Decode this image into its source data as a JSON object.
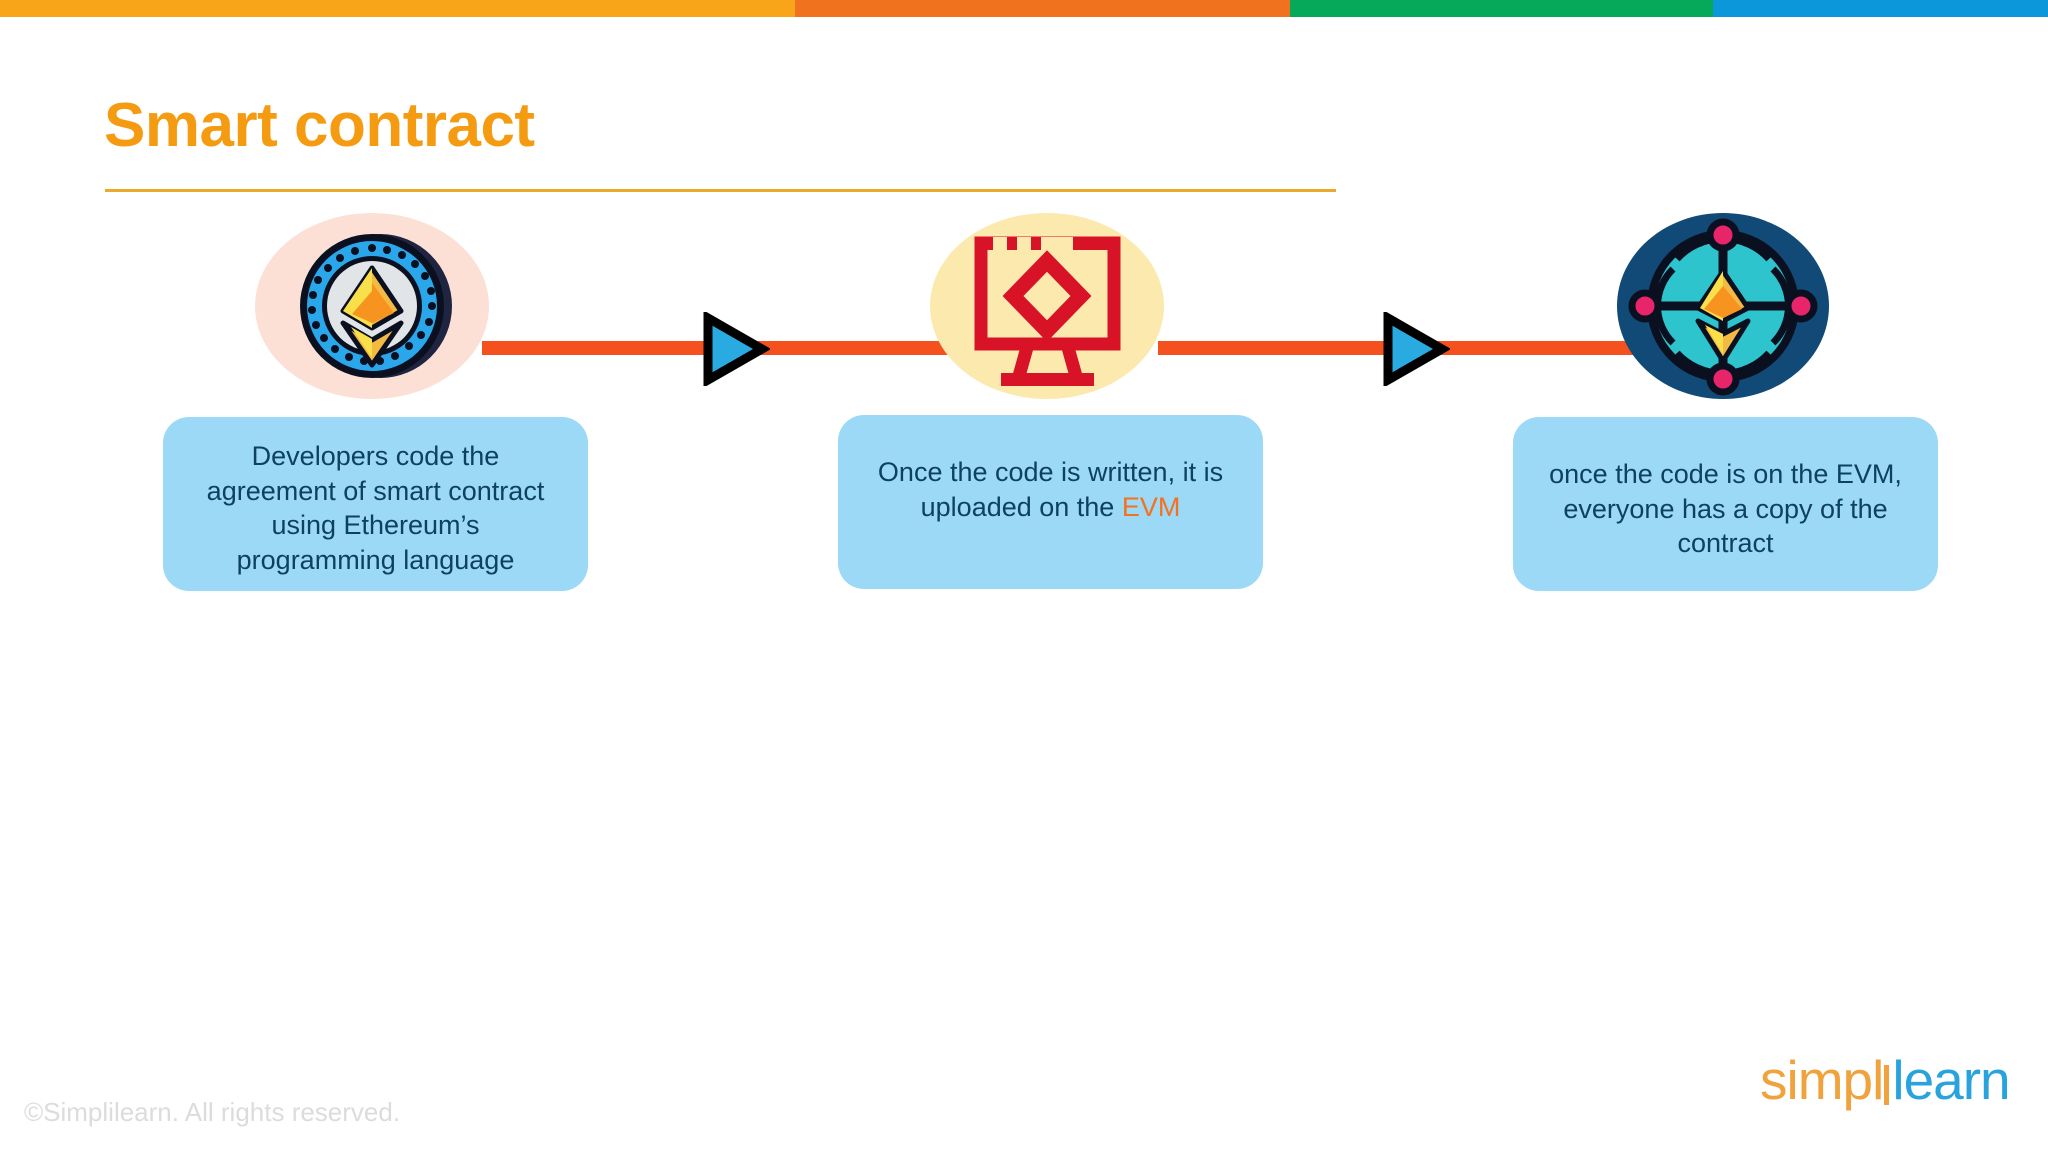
{
  "topbar": {
    "segments": [
      {
        "name": "amber",
        "color": "#f9a51a"
      },
      {
        "name": "orange",
        "color": "#f0721e"
      },
      {
        "name": "green",
        "color": "#06a95a"
      },
      {
        "name": "blue",
        "color": "#0c97db"
      }
    ]
  },
  "header": {
    "title": "Smart contract",
    "title_color": "#f59b11",
    "rule_color": "#eaab2c"
  },
  "flow": {
    "connector_color": "#f4511e",
    "arrow_fill": "#29abe2",
    "arrow_stroke": "#000000",
    "steps": [
      {
        "icon": "ethereum-coin-icon",
        "icon_bg": "#fde0d5",
        "text": "Developers code the agreement of smart contract using Ethereum’s programming language",
        "text_parts": [
          {
            "text": "Developers code the agreement of smart contract using Ethereum’s programming language",
            "color": "#0e4160"
          }
        ],
        "box_color": "#9bd9f7",
        "text_color": "#0e4160"
      },
      {
        "icon": "monitor-ethereum-icon",
        "icon_bg": "#fce9ad",
        "text": "Once the code is written, it is uploaded on the EVM",
        "text_parts": [
          {
            "text": "Once the code is written, it is uploaded on the ",
            "color": "#0e4160"
          },
          {
            "text": "EVM",
            "color": "#f4711e"
          }
        ],
        "box_color": "#9bd9f7",
        "text_color": "#0e4160"
      },
      {
        "icon": "network-nodes-ethereum-icon",
        "icon_bg": "#114a76",
        "text": "once the code is on the EVM, everyone has a copy of the contract",
        "text_parts": [
          {
            "text": "once the code is on the EVM, everyone has a copy of the contract",
            "color": "#0e4160"
          }
        ],
        "box_color": "#9bd9f7",
        "text_color": "#0e4160"
      }
    ]
  },
  "footer": {
    "copyright": "©Simplilearn. All rights reserved.",
    "logo": {
      "first": "simpl",
      "second": "learn",
      "first_color": "#f0a33c",
      "second_color": "#29a3dc"
    }
  }
}
